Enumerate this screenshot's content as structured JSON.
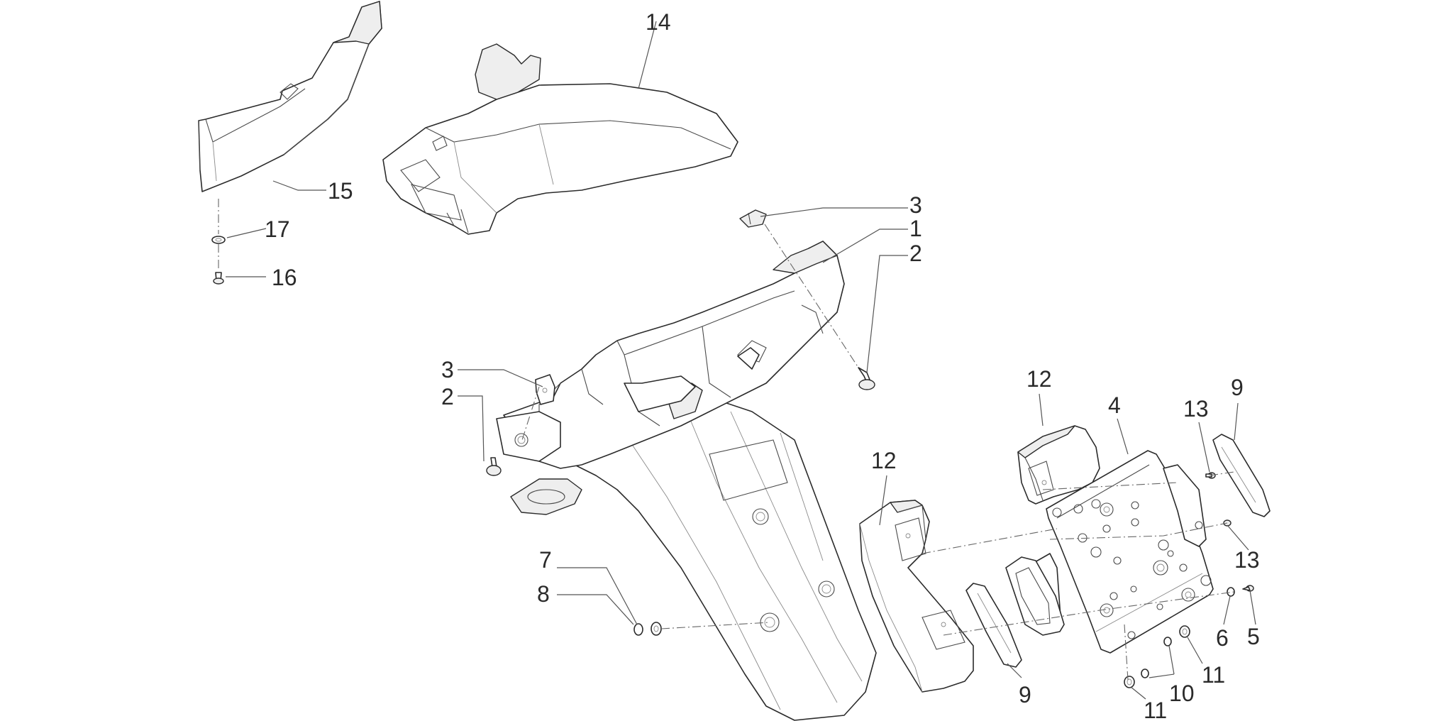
{
  "callouts": [
    {
      "id": "c14",
      "label": "14"
    },
    {
      "id": "c15",
      "label": "15"
    },
    {
      "id": "c17",
      "label": "17"
    },
    {
      "id": "c16",
      "label": "16"
    },
    {
      "id": "c3a",
      "label": "3"
    },
    {
      "id": "c1",
      "label": "1"
    },
    {
      "id": "c2a",
      "label": "2"
    },
    {
      "id": "c3b",
      "label": "3"
    },
    {
      "id": "c2b",
      "label": "2"
    },
    {
      "id": "c12a",
      "label": "12"
    },
    {
      "id": "c4",
      "label": "4"
    },
    {
      "id": "c13a",
      "label": "13"
    },
    {
      "id": "c9a",
      "label": "9"
    },
    {
      "id": "c12b",
      "label": "12"
    },
    {
      "id": "c13b",
      "label": "13"
    },
    {
      "id": "c7",
      "label": "7"
    },
    {
      "id": "c8",
      "label": "8"
    },
    {
      "id": "c6",
      "label": "6"
    },
    {
      "id": "c5",
      "label": "5"
    },
    {
      "id": "c11a",
      "label": "11"
    },
    {
      "id": "c9b",
      "label": "9"
    },
    {
      "id": "c10",
      "label": "10"
    },
    {
      "id": "c11b",
      "label": "11"
    }
  ]
}
